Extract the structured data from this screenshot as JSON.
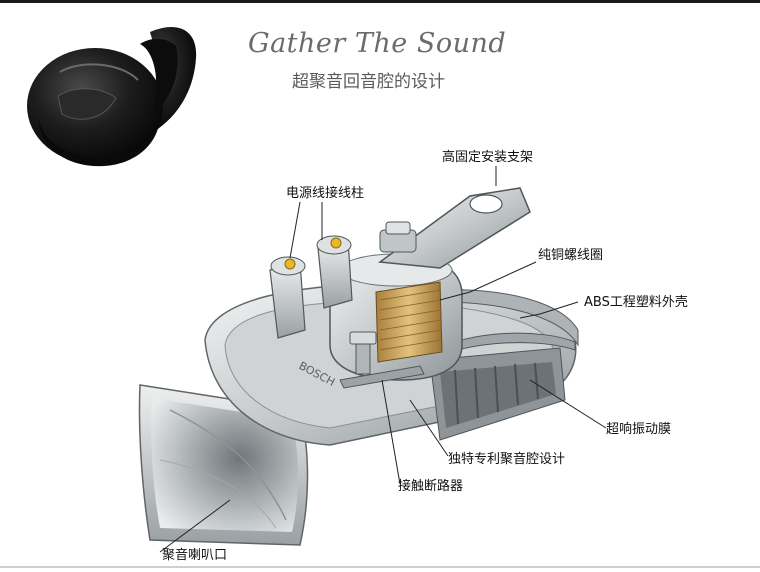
{
  "header": {
    "title": "Gather The Sound",
    "subtitle": "超聚音回音腔的设计"
  },
  "diagram": {
    "brand_mark": "BOSCH",
    "callouts": {
      "mount_bracket": "高固定安装支架",
      "power_terminal": "电源线接线柱",
      "copper_coil": "纯铜螺线圈",
      "abs_shell": "ABS工程塑料外壳",
      "diaphragm": "超响振动膜",
      "sound_chamber": "独特专利聚音腔设计",
      "contact_breaker": "接触断路器",
      "horn_mouth": "聚音喇叭口"
    }
  },
  "colors": {
    "metal_light": "#dfe2e3",
    "metal_mid": "#b3b8ba",
    "metal_dark": "#7d8487",
    "copper": "#c9a25a",
    "terminal_gold": "#e8b82a",
    "product_black": "#161616"
  }
}
